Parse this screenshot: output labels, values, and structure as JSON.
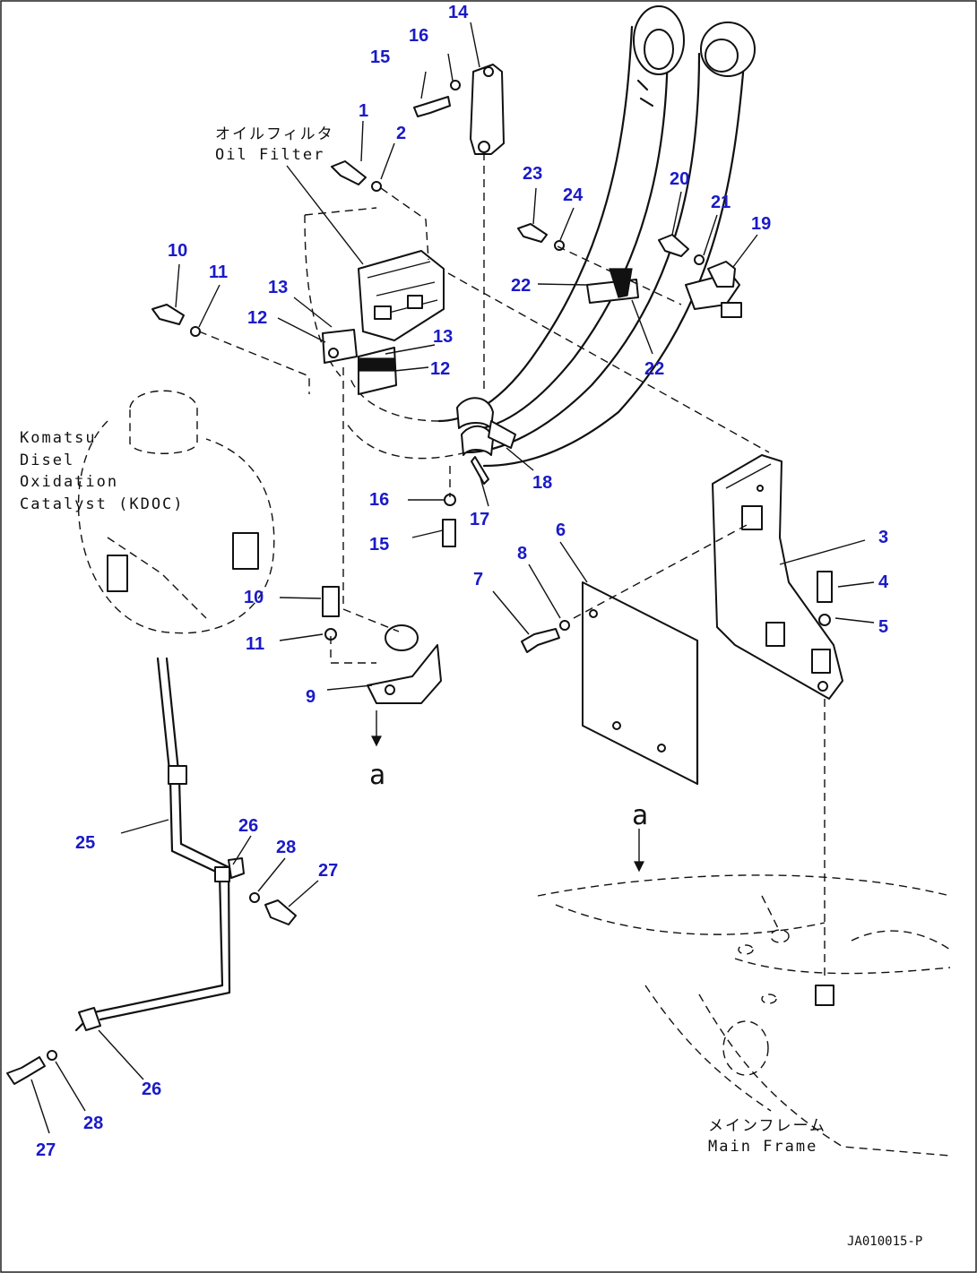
{
  "labels": {
    "oil_filter_jp": "オイルフィルタ",
    "oil_filter_en": "Oil Filter",
    "kdoc_line1": "Komatsu",
    "kdoc_line2": "Disel",
    "kdoc_line3": "Oxidation",
    "kdoc_line4": "Catalyst (KDOC)",
    "main_frame_jp": "メインフレーム",
    "main_frame_en": "Main Frame",
    "view_a_1": "a",
    "view_a_2": "a",
    "drawing_code": "JA010015-P"
  },
  "callouts": [
    "14",
    "16",
    "15",
    "1",
    "2",
    "23",
    "24",
    "20",
    "21",
    "19",
    "10",
    "11",
    "13",
    "12",
    "22",
    "13",
    "12",
    "22",
    "18",
    "17",
    "16",
    "15",
    "6",
    "3",
    "8",
    "7",
    "4",
    "5",
    "10",
    "11",
    "9",
    "26",
    "28",
    "27",
    "25",
    "26",
    "28",
    "27"
  ],
  "colors": {
    "callout": "#1a1ac8",
    "line": "#111111",
    "background": "#ffffff"
  }
}
